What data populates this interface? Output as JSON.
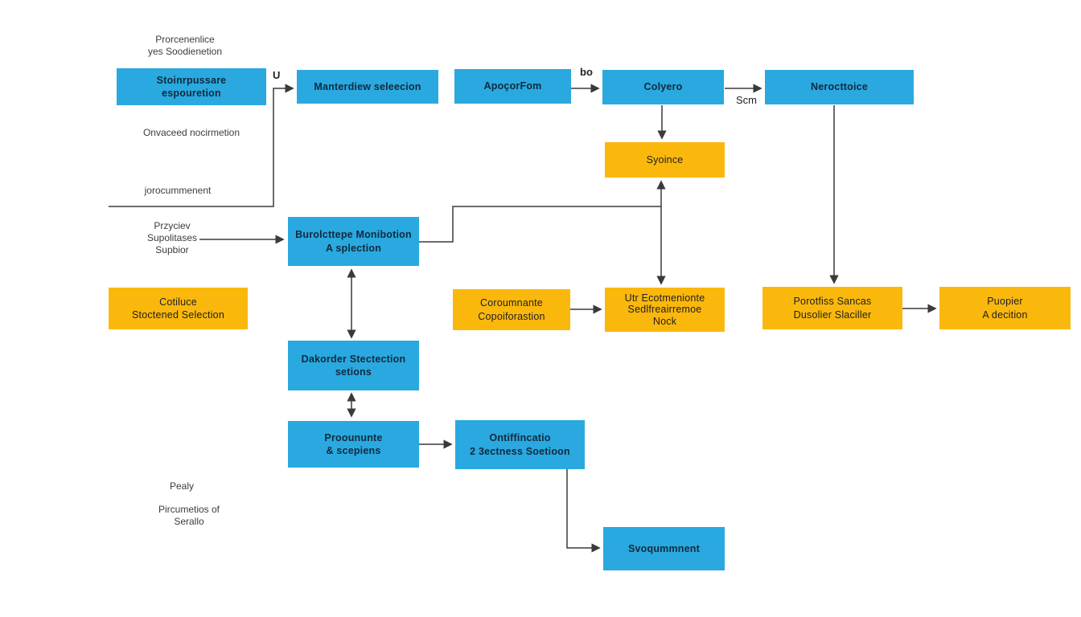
{
  "diagram_type": "flowchart",
  "colors": {
    "background": "#ffffff",
    "node_blue": "#29a9df",
    "node_yellow": "#fbb80c",
    "connector": "#3a3a3a",
    "node_text_blue": "#13293f",
    "node_text_yellow": "#212121",
    "label_text": "#3c3c3c"
  },
  "nodes": {
    "stoinrpussare": {
      "lines": [
        "Stoinrpussare",
        "espouretion"
      ]
    },
    "manterdiew": {
      "lines": [
        "Manterdiew seleecion"
      ]
    },
    "apocorfom": {
      "lines": [
        "ApoçorFom"
      ]
    },
    "colyero": {
      "lines": [
        "Colyero"
      ]
    },
    "nerocttoice": {
      "lines": [
        "Nerocttoice"
      ]
    },
    "syoince": {
      "lines": [
        "Syoince"
      ]
    },
    "burolcttepe": {
      "lines": [
        "Burolcttepe Monibotion",
        "A splection"
      ]
    },
    "cotiluce": {
      "lines": [
        "Cotiluce",
        "Stoctened Selection"
      ]
    },
    "coroumnante": {
      "lines": [
        "Coroumnante",
        "Copoiforastion"
      ]
    },
    "utr": {
      "lines": [
        "Utr Ecotmenionte",
        "Sedlfreairremoe",
        "Nock"
      ]
    },
    "porotfiss": {
      "lines": [
        "Porotfiss Sancas",
        "Dusolier Slaciller"
      ]
    },
    "puopier": {
      "lines": [
        "Puopier",
        "A decition"
      ]
    },
    "dakorder": {
      "lines": [
        "Dakorder Stectection",
        "setions"
      ]
    },
    "prooununte": {
      "lines": [
        "Prooununte",
        "& scepiens"
      ]
    },
    "ontiffincatio": {
      "lines": [
        "Ontiffincatio",
        "2 3ectness Soetioon"
      ]
    },
    "svoqummnent": {
      "lines": [
        "Svoqummnent"
      ]
    }
  },
  "labels": {
    "prorcenenlice": {
      "lines": [
        "Prorcenenlice",
        "yes Soodienetion"
      ]
    },
    "onvaceed": {
      "lines": [
        "Onvaceed nocirmetion"
      ]
    },
    "jorocummenent": {
      "lines": [
        "jorocummenent"
      ]
    },
    "przyciev": {
      "lines": [
        "Przyciev",
        "Supolitases",
        "Supbior"
      ]
    },
    "pealy": {
      "lines": [
        "Pealy"
      ]
    },
    "pircumetios": {
      "lines": [
        "Pircumetios of",
        "Serallo"
      ]
    }
  },
  "edge_labels": {
    "u": "U",
    "bo": "bo",
    "scm": "Scm"
  }
}
